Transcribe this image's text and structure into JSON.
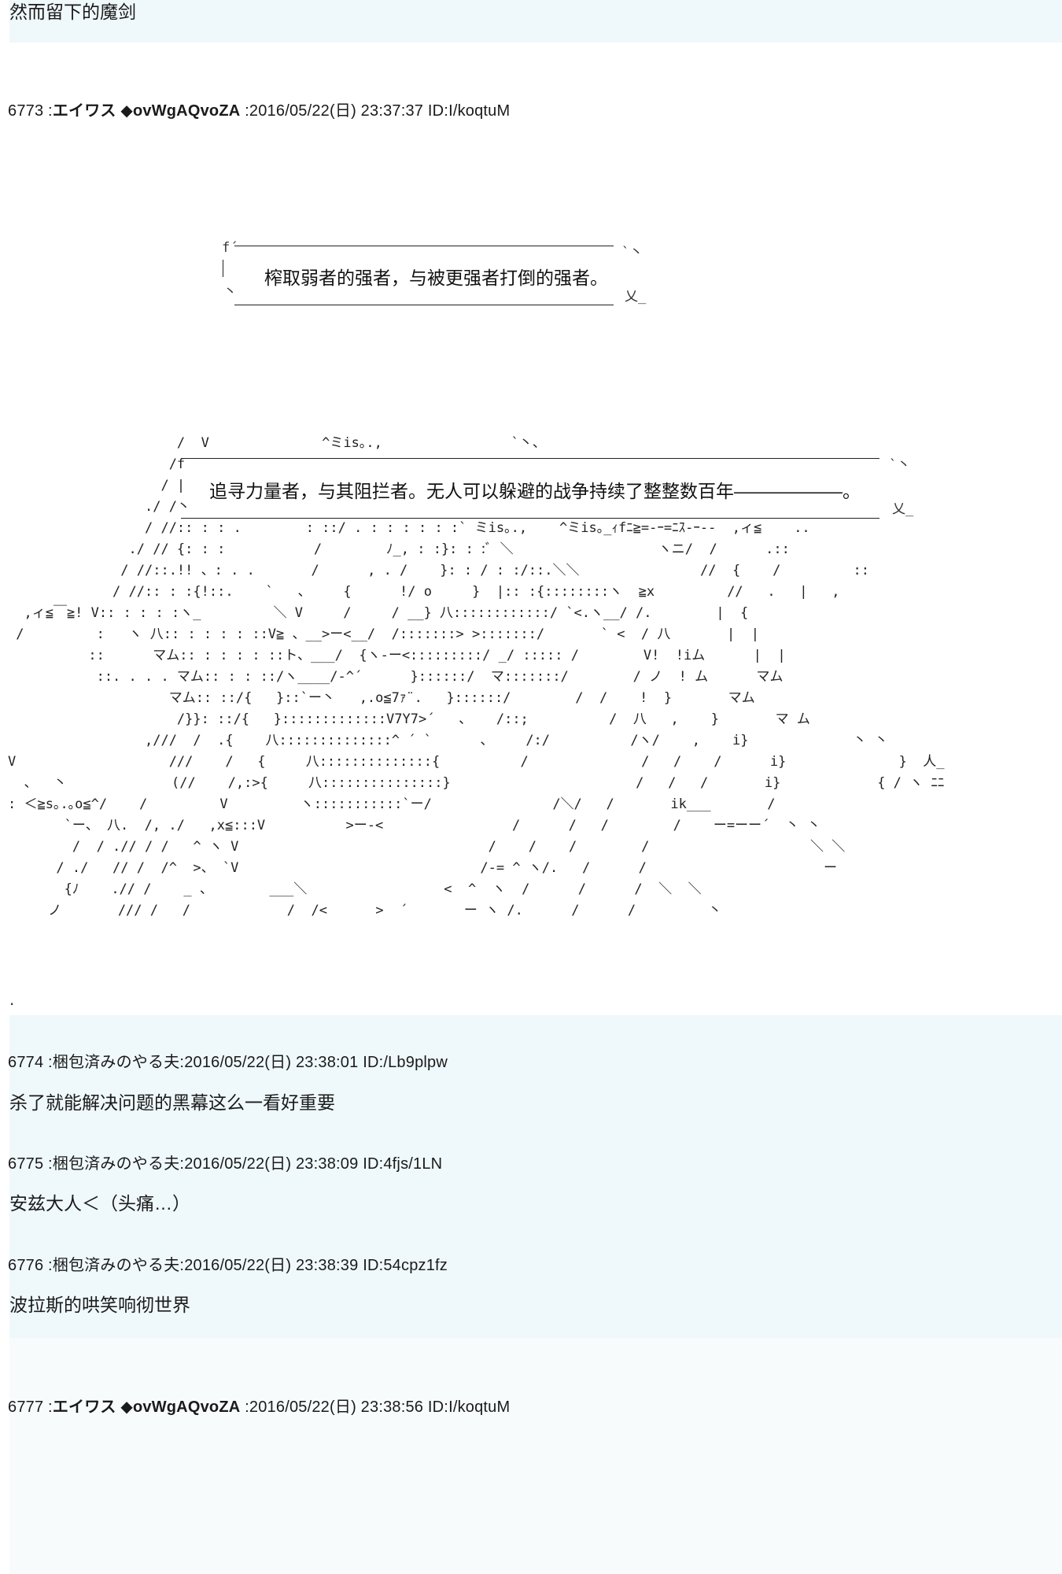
{
  "prev_post_tail": "然而留下的魔剑",
  "post_6773": {
    "number": "6773",
    "name": "エイワス ◆ovWgAQvoZA",
    "date": "2016/05/22(日) 23:37:37",
    "id": "ID:I/koqtuM",
    "bubble1_text": "榨取弱者的强者，与被更强者打倒的强者。",
    "bubble2_text": "追寻力量者，与其阻拦者。无人可以躲避的战争持续了整整数百年——————。"
  },
  "posts": [
    {
      "number": "6774",
      "name": "梱包済みのやる夫",
      "date": "2016/05/22(日) 23:38:01",
      "id": "ID:/Lb9plpw",
      "body": "杀了就能解决问题的黑幕这么一看好重要"
    },
    {
      "number": "6775",
      "name": "梱包済みのやる夫",
      "date": "2016/05/22(日) 23:38:09",
      "id": "ID:4fjs/1LN",
      "body": "安兹大人＜（头痛…）"
    },
    {
      "number": "6776",
      "name": "梱包済みのやる夫",
      "date": "2016/05/22(日) 23:38:39",
      "id": "ID:54cpz1fz",
      "body": "波拉斯的哄笑响彻世界"
    }
  ],
  "post_6777": {
    "number": "6777",
    "name": "エイワス ◆ovWgAQvoZA",
    "date": "2016/05/22(日) 23:38:56",
    "id": "ID:I/koqtuM"
  },
  "ascii_art": "                     /  V              ^ミis｡.,                `丶、\n                    /f\n                   / |\n                 ./ /丶\n                 / //:: : : .        : ::/ . : : : : : :` ミis｡.,    ^ミis｡_ｨfﾆ≧=-ｰ=ﾆｽ-ｰ--  ,ィ≦    ..\n               ./ // {: : :           /        ﾉ_, : :}: : :ﾞ ＼                  ヽニ/  /      .::\n              / //::.!! 、: . .       /      , . /    }: : / : :/::.＼＼               //  {    /         ::\n             / //:: : :{!::.    `   、    {      !/ o     }  |:: :{::::::::ヽ  ≧x         //   .   |   ,\n  ,ィ≦￣≧! V:: : : : :ヽ_         ＼ V     /     / __} 八::::::::::::/ `<.ヽ__/ /.        |  {\n /         :   ヽ 八:: : : : : ::V≧ 、__>ー<__/  /:::::::> >:::::::/       ` <  / 八       |  |\n          ::      マム:: : : : : ::ト、___/  {ヽ-ー<:::::::::/ _/ ::::: /        V!  !iム      |  |\n           ::. . . . マム:: : : ::/ヽ____/-^´      }::::::/  マ:::::::/        / ノ  ! ム      マム\n                    マム:: ::/{   }::`ー丶   ,.o≦7ｧ¨.   }::::::/        /  /    !  }       マム\n                     /}}: ::/{   }:::::::::::::V7Y7>´   、   /::;          /  八   ,    }       マ ム\n                 ,///  /  .{    八::::::::::::::^ ´ `      、    /:/          /ヽ/    ,    i}             丶 丶\nV                   ///    /   {     八::::::::::::::{          /              /   /    /      i}              }  人_\n  、  丶             (//    /,:>{     八:::::::::::::::}                       /   /   /       i}            { / ヽ ﾆﾆ\n: ＜≧s｡.｡o≦^/    /         V         ヽ:::::::::::`ー/               /＼/   /       ik___       /\n       `ー、 八.  /, ./   ,x≦:::V          >ー-<                /      /   /        /    ー=ーー´  丶 丶\n        /  / .// / /   ^ ヽ V                               /    /    /        /                    ＼ ＼\n      / ./   // /  /^  >、 `V                              /-= ^ ヽ/.   /      /                      ー\n       {ﾉ    .// /    _ 、       ___＼                 <  ^  ヽ  /      /      /  ＼  ＼\n     ノ       /// /   /            /  /<      >  ´       ー ヽ /.      /      /         丶"
}
